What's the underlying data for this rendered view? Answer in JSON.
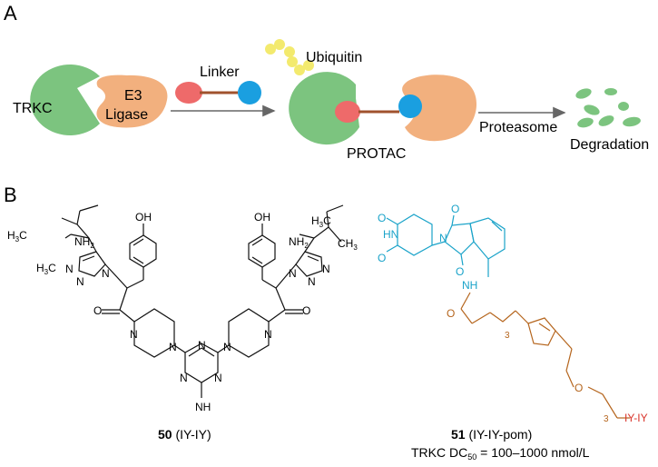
{
  "panel_a": {
    "label": "A",
    "trkc": "TRKC",
    "e3_line1": "E3",
    "e3_line2": "Ligase",
    "linker": "Linker",
    "ubiquitin": "Ubiquitin",
    "protac": "PROTAC",
    "proteasome": "Proteasome",
    "degradation": "Degradation"
  },
  "panel_b": {
    "label": "B",
    "compound50": {
      "number": "50",
      "name": "(IY-IY)",
      "atoms": {
        "oh": "OH",
        "nh2": "NH",
        "sub2": "2",
        "h3c": "H",
        "h3c_sub": "3",
        "h3c_c": "C",
        "ch3": "CH",
        "ch3_sub": "3",
        "n": "N",
        "o": "O",
        "nh": "NH"
      }
    },
    "compound51": {
      "number": "51",
      "name": "(IY-IY-pom)",
      "activity_prefix": "TRKC DC",
      "activity_sub": "50",
      "activity_suffix": " = 100–1000 nmol/L",
      "atoms": {
        "o": "O",
        "hn": "HN",
        "n": "N",
        "nh": "NH",
        "repeat3": "3",
        "iy_iy": "IY-IY"
      }
    }
  },
  "colors": {
    "trkc_green": "#7cc47f",
    "e3_orange": "#f2b07e",
    "warhead_red": "#ee6a6a",
    "ligand_blue": "#1a9fe0",
    "linker_brown": "#a0522d",
    "ubiquitin_yellow": "#f3ea6e",
    "pomalidomide_cyan": "#1aa3c9",
    "chain_brown": "#b5651d",
    "tag_red": "#d9342b",
    "arrow_gray": "#666666"
  }
}
